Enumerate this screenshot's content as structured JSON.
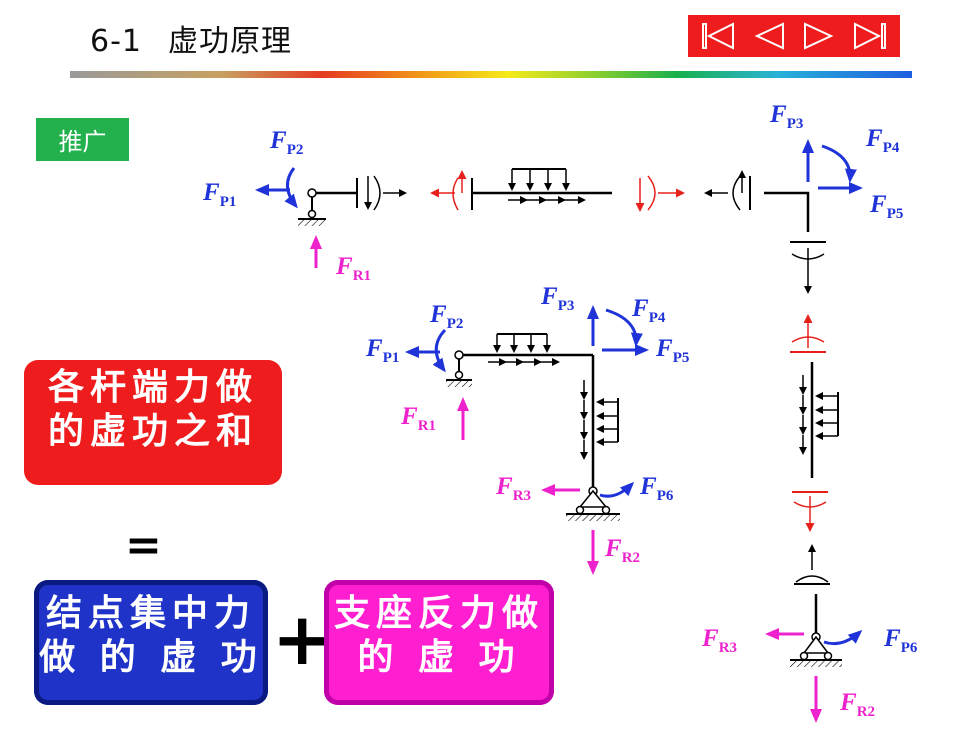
{
  "header": {
    "section_number": "6-1",
    "section_title": "虚功原理"
  },
  "nav_buttons": [
    {
      "icon": "first-page-icon"
    },
    {
      "icon": "previous-page-icon"
    },
    {
      "icon": "next-page-icon"
    },
    {
      "icon": "last-page-icon"
    }
  ],
  "tag_label": "推广",
  "boxes": {
    "member_end_work": {
      "line1": "各杆端力做",
      "line2": "的虚功之和"
    },
    "equals_sign": "=",
    "node_force_work": {
      "line1": "结点集中力",
      "line2": "做 的 虚 功"
    },
    "plus_sign": "+",
    "support_reaction_work": {
      "line1": "支座反力做",
      "line2": "的  虚  功"
    }
  },
  "labels": {
    "main": "F",
    "P1": "P1",
    "P2": "P2",
    "P3": "P3",
    "P4": "P4",
    "P5": "P5",
    "P6": "P6",
    "R1": "R1",
    "R2": "R2",
    "R3": "R3"
  },
  "colors": {
    "blue": "#1f33d8",
    "magenta": "#ee22cc",
    "red": "#e8201c",
    "black": "#000000",
    "nav_red": "#ee1c1c",
    "tag_green": "#22b14c"
  }
}
